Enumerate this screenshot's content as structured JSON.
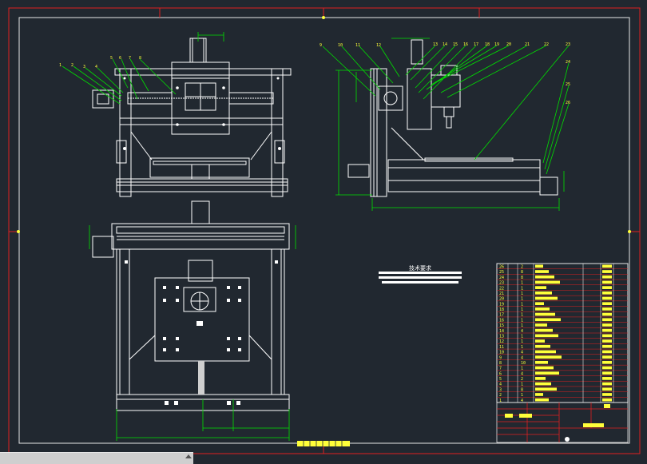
{
  "drawing": {
    "front_view_callouts": [
      "1",
      "2",
      "3",
      "4",
      "5",
      "6",
      "7",
      "8"
    ],
    "side_view_callouts": [
      "9",
      "10",
      "11",
      "12",
      "13",
      "14",
      "15",
      "16",
      "17",
      "18",
      "19",
      "20",
      "21",
      "22",
      "23",
      "24",
      "25",
      "26"
    ],
    "tech_requirements_title": "技术要求",
    "title_block": {
      "company": "",
      "drawing_name": ""
    },
    "parts_list": {
      "rows": [
        {
          "no": "26",
          "qty": "2"
        },
        {
          "no": "25",
          "qty": "8"
        },
        {
          "no": "24",
          "qty": "8"
        },
        {
          "no": "23",
          "qty": "1"
        },
        {
          "no": "22",
          "qty": "1"
        },
        {
          "no": "21",
          "qty": "1"
        },
        {
          "no": "20",
          "qty": "1"
        },
        {
          "no": "19",
          "qty": "1"
        },
        {
          "no": "18",
          "qty": "1"
        },
        {
          "no": "17",
          "qty": "1"
        },
        {
          "no": "16",
          "qty": "1"
        },
        {
          "no": "15",
          "qty": "1"
        },
        {
          "no": "14",
          "qty": "4"
        },
        {
          "no": "13",
          "qty": "1"
        },
        {
          "no": "12",
          "qty": "1"
        },
        {
          "no": "11",
          "qty": "1"
        },
        {
          "no": "10",
          "qty": "4"
        },
        {
          "no": "9",
          "qty": "4"
        },
        {
          "no": "8",
          "qty": "10"
        },
        {
          "no": "7",
          "qty": "1"
        },
        {
          "no": "6",
          "qty": "4"
        },
        {
          "no": "5",
          "qty": "2"
        },
        {
          "no": "4",
          "qty": "1"
        },
        {
          "no": "3",
          "qty": "8"
        },
        {
          "no": "2",
          "qty": "1"
        },
        {
          "no": "1",
          "qty": "4"
        }
      ],
      "material_codes": [
        "45",
        "45",
        "45",
        "45",
        "45",
        "45",
        "45",
        "45"
      ]
    },
    "colors": {
      "background": "#212830",
      "border": "#e02020",
      "geometry": "#ffffff",
      "leader": "#00e000",
      "text": "#ffff3a"
    }
  }
}
